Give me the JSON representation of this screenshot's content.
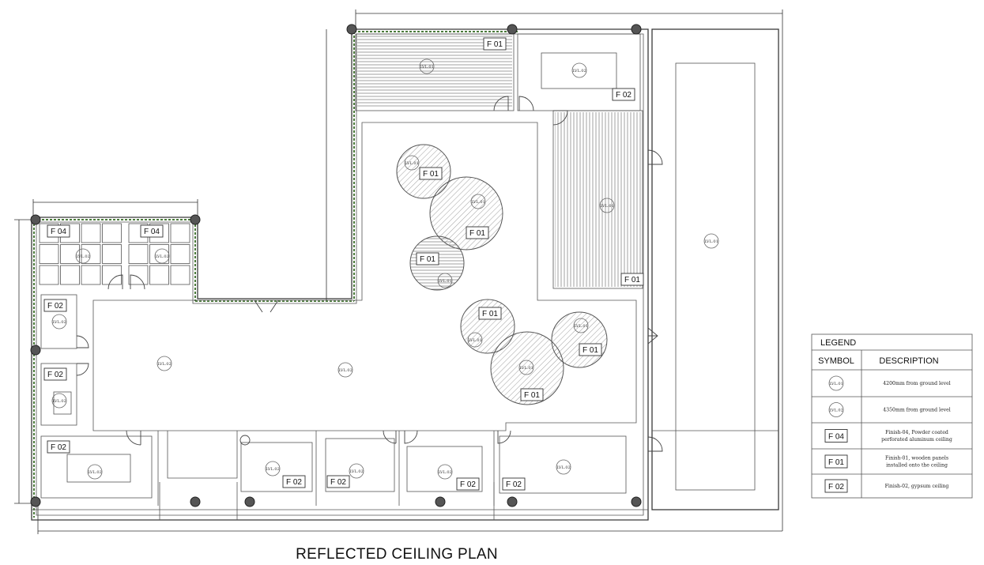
{
  "title": "REFLECTED CEILING PLAN",
  "finish_tags": {
    "f01": "F 01",
    "f02": "F 02",
    "f04": "F 04"
  },
  "level_tags": {
    "lvl01": "LVL.01",
    "lvl02": "LVL.02"
  },
  "legend": {
    "heading": "LEGEND",
    "col_symbol": "SYMBOL",
    "col_description": "DESCRIPTION",
    "rows": [
      {
        "symbol": "LVL.01",
        "description_lines": [
          "4200mm from ground level"
        ]
      },
      {
        "symbol": "LVL.02",
        "description_lines": [
          "4350mm from ground level"
        ]
      },
      {
        "symbol": "F 04",
        "description_lines": [
          "Finish-04, Powder coated",
          "perforated aluminum ceiling"
        ]
      },
      {
        "symbol": "F 01",
        "description_lines": [
          "Finish-01, wooden panels",
          "installed onto the ceiling"
        ]
      },
      {
        "symbol": "F 02",
        "description_lines": [
          "Finish-02, gypsum ceiling"
        ]
      }
    ]
  }
}
